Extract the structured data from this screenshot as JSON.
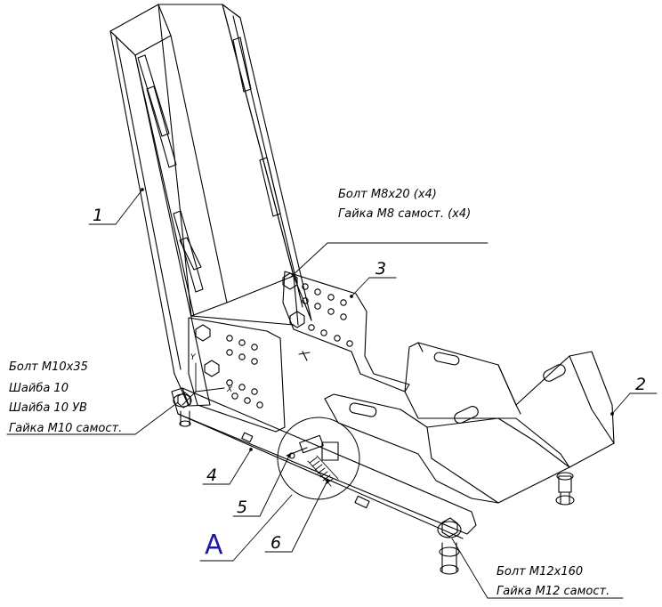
{
  "parts": {
    "p1": "1",
    "p2": "2",
    "p3": "3",
    "p4": "4",
    "p5": "5",
    "p6": "6"
  },
  "detail": {
    "label": "A"
  },
  "fastener_notes": {
    "upper": [
      "Болт М8х20 (х4)",
      "Гайка М8 самост. (х4)"
    ],
    "left": [
      "Болт М10х35",
      "Шайба 10",
      "Шайба 10 УВ",
      "Гайка М10 самост."
    ],
    "bottom": [
      "Болт М12х160",
      "Гайка М12 самост."
    ]
  },
  "axes": {
    "x": "X",
    "y": "Y"
  },
  "colors": {
    "line": "#000000",
    "detail": "#1a1aa6"
  }
}
